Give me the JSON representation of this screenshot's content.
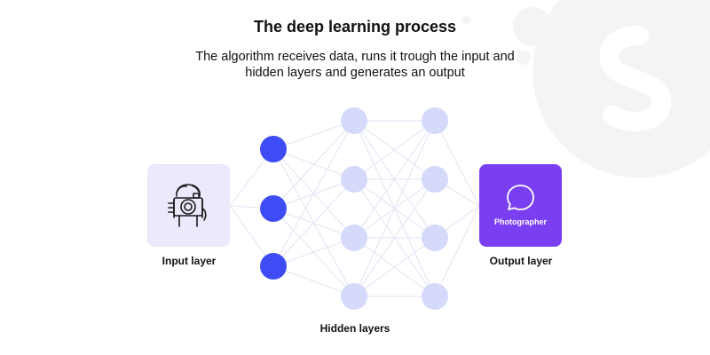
{
  "diagram": {
    "title": "The deep learning process",
    "subtitle_line1": "The algorithm receives data, runs it trough the input and",
    "subtitle_line2": "hidden layers and generates an output",
    "input_label": "Input layer",
    "hidden_label": "Hidden layers",
    "output_label": "Output layer",
    "output_text": "Photographer"
  },
  "colors": {
    "input_nodes": "#3d4cf5",
    "hidden_nodes": "#d5d9fa",
    "output_box": "#7b3ff2",
    "input_box": "#ede8fb",
    "connections": "#e3e2f5",
    "decor": "#f2f2f2"
  },
  "icons": {
    "input": "photographer-icon",
    "output": "chat-bubble-icon",
    "decor": "logo-watermark"
  }
}
